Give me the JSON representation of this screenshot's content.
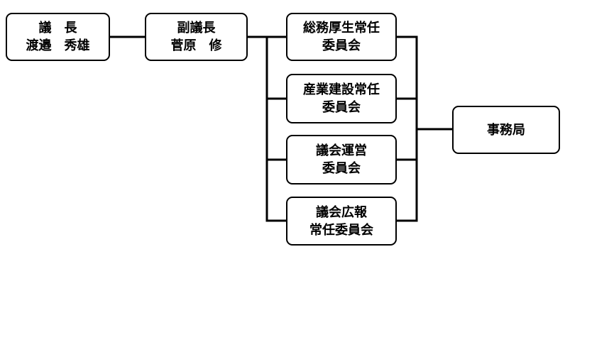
{
  "chart": {
    "chair": {
      "title": "議　長",
      "name": "渡邉　秀雄"
    },
    "vice_chair": {
      "title": "副議長",
      "name": "菅原　修"
    },
    "committees": [
      {
        "line1": "総務厚生常任",
        "line2": "委員会"
      },
      {
        "line1": "産業建設常任",
        "line2": "委員会"
      },
      {
        "line1": "議会運営",
        "line2": "委員会"
      },
      {
        "line1": "議会広報",
        "line2": "常任委員会"
      }
    ],
    "secretariat": {
      "label": "事務局"
    }
  },
  "colors": {
    "line": "#000000",
    "box_border": "#000000",
    "box_fill": "#ffffff",
    "text": "#000000"
  }
}
